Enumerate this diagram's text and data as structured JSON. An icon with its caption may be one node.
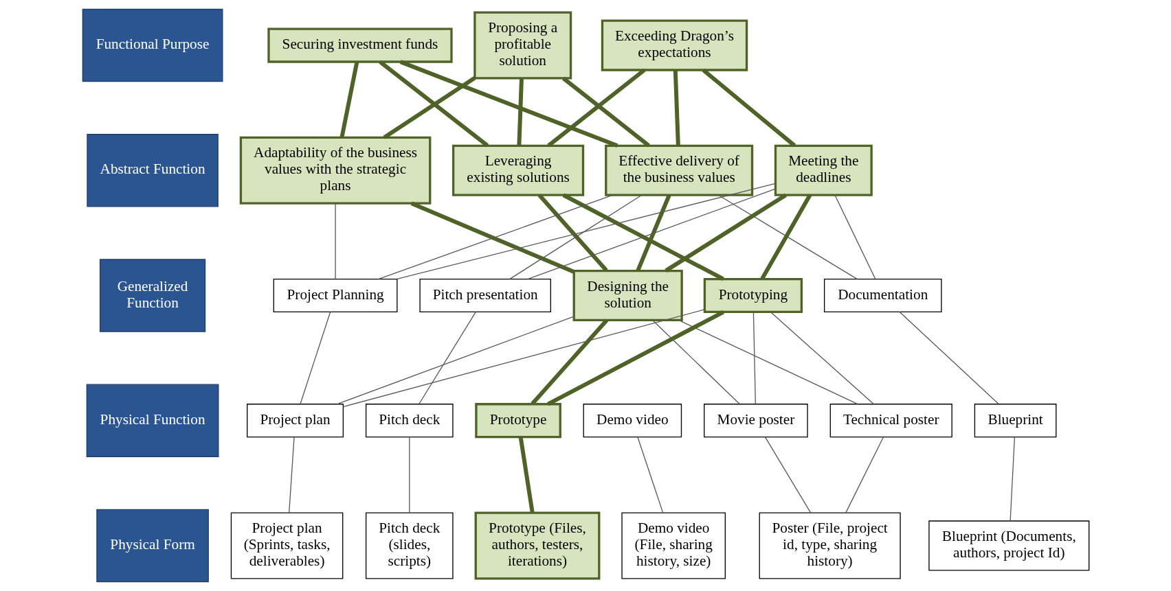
{
  "diagram": {
    "nodes": [
      {
        "text": [
          "Functional Purpose"
        ]
      },
      {
        "text": [
          "Abstract Function"
        ]
      },
      {
        "text": [
          "Generalized Function"
        ]
      },
      {
        "text": [
          "Physical Function"
        ]
      },
      {
        "text": [
          "Physical Form"
        ]
      },
      {
        "text": [
          "Securing investment funds"
        ]
      },
      {
        "text": [
          "Proposing a profitable solution"
        ]
      },
      {
        "text": [
          "Exceeding Dragon’s expectations"
        ]
      },
      {
        "text": [
          "Adaptability of the business values with the strategic plans"
        ]
      },
      {
        "text": [
          "Leveraging existing solutions"
        ]
      },
      {
        "text": [
          "Effective delivery of the business values"
        ]
      },
      {
        "text": [
          "Meeting the deadlines"
        ]
      },
      {
        "text": [
          "Project Planning"
        ]
      },
      {
        "text": [
          "Pitch presentation"
        ]
      },
      {
        "text": [
          "Designing the solution"
        ]
      },
      {
        "text": [
          "Prototyping"
        ]
      },
      {
        "text": [
          "Documentation"
        ]
      },
      {
        "text": [
          "Project plan"
        ]
      },
      {
        "text": [
          "Pitch deck"
        ]
      },
      {
        "text": [
          "Prototype"
        ]
      },
      {
        "text": [
          "Demo video"
        ]
      },
      {
        "text": [
          "Movie poster"
        ]
      },
      {
        "text": [
          "Technical poster"
        ]
      },
      {
        "text": [
          "Blueprint"
        ]
      },
      {
        "text": [
          "Project plan (Sprints, tasks, deliverables)"
        ]
      },
      {
        "text": [
          "Pitch deck (slides, scripts)"
        ]
      },
      {
        "text": [
          "Prototype (Files, authors, testers, iterations)"
        ]
      },
      {
        "text": [
          "Demo video (File, sharing history, size)"
        ]
      },
      {
        "text": [
          "Poster (File, project id, type, sharing history)"
        ]
      },
      {
        "text": [
          "Blueprint (Documents, authors, project Id)"
        ]
      }
    ],
    "edges": [
      {
        "from": 5,
        "to": 8,
        "arrow": "none",
        "style": "thick",
        "color": "#4f6228"
      },
      {
        "from": 5,
        "to": 9,
        "arrow": "none",
        "style": "thick",
        "color": "#4f6228"
      },
      {
        "from": 5,
        "to": 10,
        "arrow": "none",
        "style": "thick",
        "color": "#4f6228"
      },
      {
        "from": 6,
        "to": 8,
        "arrow": "none",
        "style": "thick",
        "color": "#4f6228"
      },
      {
        "from": 6,
        "to": 9,
        "arrow": "none",
        "style": "thick",
        "color": "#4f6228"
      },
      {
        "from": 6,
        "to": 10,
        "arrow": "none",
        "style": "thick",
        "color": "#4f6228"
      },
      {
        "from": 7,
        "to": 9,
        "arrow": "none",
        "style": "thick",
        "color": "#4f6228"
      },
      {
        "from": 7,
        "to": 10,
        "arrow": "none",
        "style": "thick",
        "color": "#4f6228"
      },
      {
        "from": 7,
        "to": 11,
        "arrow": "none",
        "style": "thick",
        "color": "#4f6228"
      },
      {
        "from": 8,
        "to": 12,
        "arrow": "none"
      },
      {
        "from": 8,
        "to": 14,
        "arrow": "none",
        "style": "thick",
        "color": "#4f6228"
      },
      {
        "from": 9,
        "to": 14,
        "arrow": "none",
        "style": "thick",
        "color": "#4f6228"
      },
      {
        "from": 9,
        "to": 15,
        "arrow": "none",
        "style": "thick",
        "color": "#4f6228"
      },
      {
        "from": 10,
        "to": 12,
        "arrow": "none"
      },
      {
        "from": 10,
        "to": 13,
        "arrow": "none"
      },
      {
        "from": 10,
        "to": 14,
        "arrow": "none",
        "style": "thick",
        "color": "#4f6228"
      },
      {
        "from": 10,
        "to": 16,
        "arrow": "none"
      },
      {
        "from": 11,
        "to": 12,
        "arrow": "none"
      },
      {
        "from": 11,
        "to": 13,
        "arrow": "none"
      },
      {
        "from": 11,
        "to": 14,
        "arrow": "none",
        "style": "thick",
        "color": "#4f6228"
      },
      {
        "from": 11,
        "to": 15,
        "arrow": "none",
        "style": "thick",
        "color": "#4f6228"
      },
      {
        "from": 11,
        "to": 16,
        "arrow": "none"
      },
      {
        "from": 12,
        "to": 17,
        "arrow": "none"
      },
      {
        "from": 13,
        "to": 18,
        "arrow": "none"
      },
      {
        "from": 14,
        "to": 17,
        "arrow": "none"
      },
      {
        "from": 14,
        "to": 19,
        "arrow": "none",
        "style": "thick",
        "color": "#4f6228"
      },
      {
        "from": 14,
        "to": 21,
        "arrow": "none"
      },
      {
        "from": 14,
        "to": 22,
        "arrow": "none"
      },
      {
        "from": 15,
        "to": 17,
        "arrow": "none"
      },
      {
        "from": 15,
        "to": 19,
        "arrow": "none",
        "style": "thick",
        "color": "#4f6228"
      },
      {
        "from": 15,
        "to": 21,
        "arrow": "none"
      },
      {
        "from": 15,
        "to": 22,
        "arrow": "none"
      },
      {
        "from": 16,
        "to": 23,
        "arrow": "none"
      },
      {
        "from": 17,
        "to": 24,
        "arrow": "none"
      },
      {
        "from": 18,
        "to": 25,
        "arrow": "none"
      },
      {
        "from": 19,
        "to": 26,
        "arrow": "none",
        "style": "thick",
        "color": "#4f6228"
      },
      {
        "from": 20,
        "to": 27,
        "arrow": "none"
      },
      {
        "from": 21,
        "to": 28,
        "arrow": "none"
      },
      {
        "from": 22,
        "to": 28,
        "arrow": "none"
      },
      {
        "from": 23,
        "to": 29,
        "arrow": "none"
      }
    ]
  }
}
